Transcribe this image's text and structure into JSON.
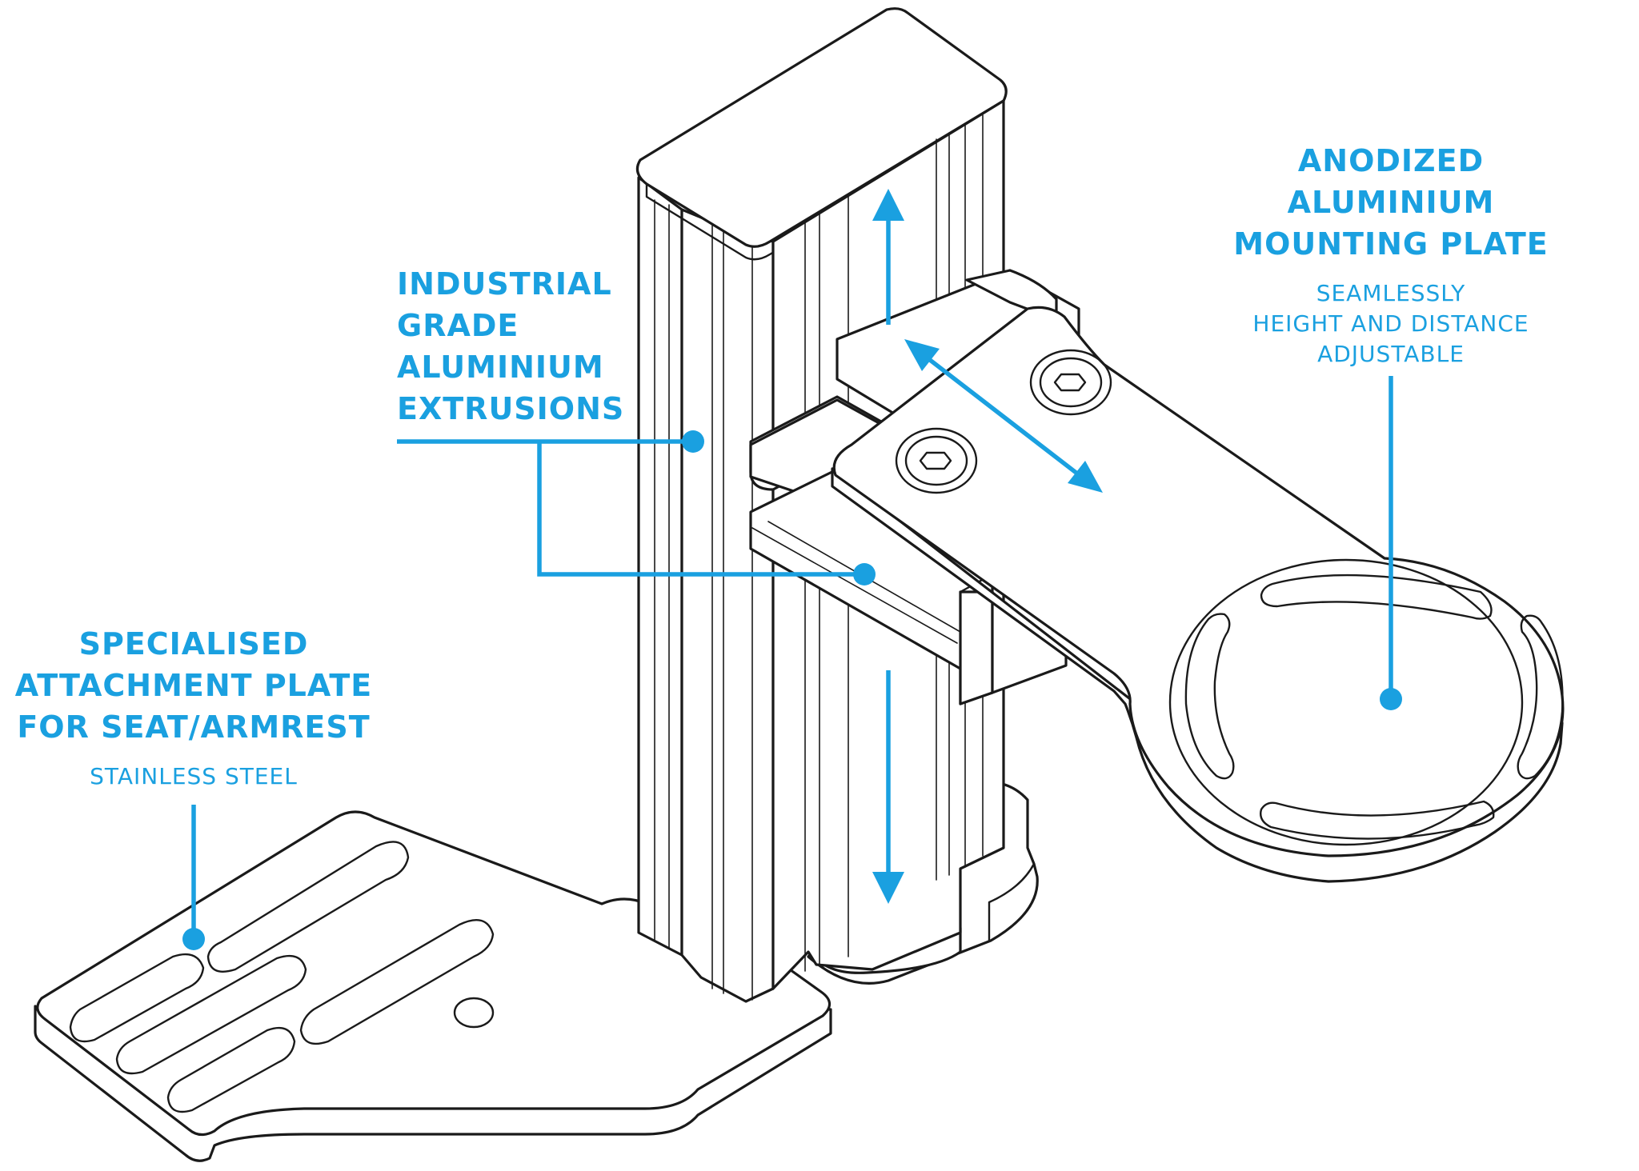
{
  "colors": {
    "accent": "#1aa0e0",
    "outline": "#1a1a1a"
  },
  "labels": {
    "extrusions": {
      "title": [
        "INDUSTRIAL",
        "GRADE",
        "ALUMINIUM",
        "EXTRUSIONS"
      ]
    },
    "mounting_plate": {
      "title": [
        "ANODIZED",
        "ALUMINIUM",
        "MOUNTING PLATE"
      ],
      "subtitle": [
        "SEAMLESSLY",
        "HEIGHT AND DISTANCE",
        "ADJUSTABLE"
      ]
    },
    "attachment_plate": {
      "title": [
        "SPECIALISED",
        "ATTACHMENT PLATE",
        "FOR SEAT/ARMREST"
      ],
      "subtitle": [
        "STAINLESS STEEL"
      ]
    }
  }
}
